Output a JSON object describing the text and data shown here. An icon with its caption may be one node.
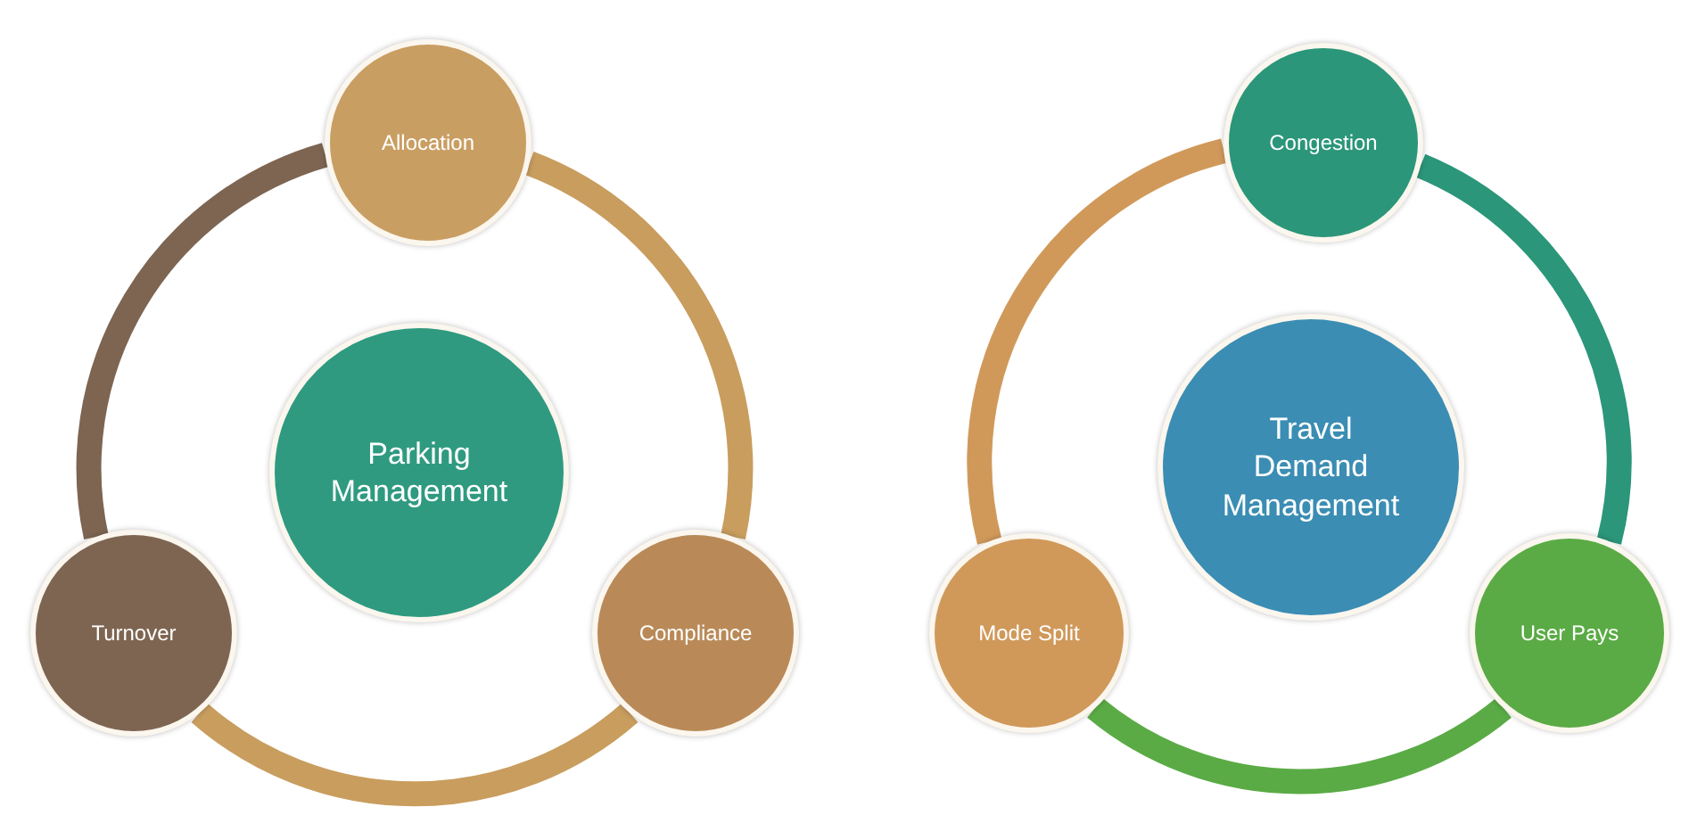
{
  "diagram": {
    "nodes": [
      {
        "text": [
          "Allocation"
        ]
      },
      {
        "text": [
          "Parking Management"
        ]
      },
      {
        "text": [
          "Turnover"
        ]
      },
      {
        "text": [
          "Compliance"
        ]
      },
      {
        "text": [
          "Congestion"
        ]
      },
      {
        "text": [
          "Travel Demand Management"
        ]
      },
      {
        "text": [
          "Mode Split"
        ]
      },
      {
        "text": [
          "User Pays"
        ]
      }
    ],
    "edges": [
      {
        "from": 0,
        "to": 2,
        "arrow": "none",
        "color": "#7d6552"
      },
      {
        "from": 0,
        "to": 3,
        "arrow": "none",
        "color": "#c89d5e"
      },
      {
        "from": 2,
        "to": 3,
        "arrow": "none",
        "color": "#c89d5e"
      },
      {
        "from": 4,
        "to": 6,
        "arrow": "none",
        "color": "#d0995a"
      },
      {
        "from": 4,
        "to": 7,
        "arrow": "none",
        "color": "#2b9679"
      },
      {
        "from": 6,
        "to": 7,
        "arrow": "none",
        "color": "#5aab45"
      }
    ]
  }
}
